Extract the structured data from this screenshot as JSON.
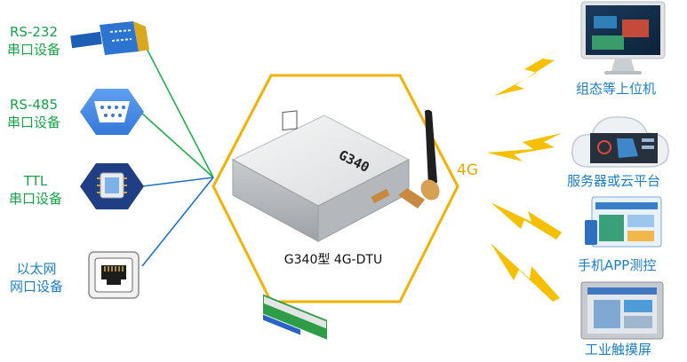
{
  "colors": {
    "green_text": "#17a34a",
    "blue_text": "#1a7fc4",
    "hex_border": "#f5b000",
    "lightning": "#f5c000"
  },
  "left_devices": [
    {
      "line1": "RS-232",
      "line2": "串口设备",
      "icon": "db9-cable-connector-icon"
    },
    {
      "line1": "RS-485",
      "line2": "串口设备",
      "icon": "serial-port-icon"
    },
    {
      "line1": "TTL",
      "line2": "串口设备",
      "icon": "chip-icon"
    },
    {
      "line1": "以太网",
      "line2": "网口设备",
      "icon": "ethernet-port-icon"
    }
  ],
  "center": {
    "product_caption": "G340型 4G-DTU",
    "device_model_text": "G340",
    "signal_label": "4G"
  },
  "right_targets": [
    {
      "label": "组态等上位机",
      "icon": "monitor-scada-icon"
    },
    {
      "label": "服务器或云平台",
      "icon": "cloud-server-icon"
    },
    {
      "label": "手机APP测控",
      "icon": "phone-app-icon"
    },
    {
      "label": "工业触摸屏",
      "icon": "touch-panel-icon"
    }
  ]
}
